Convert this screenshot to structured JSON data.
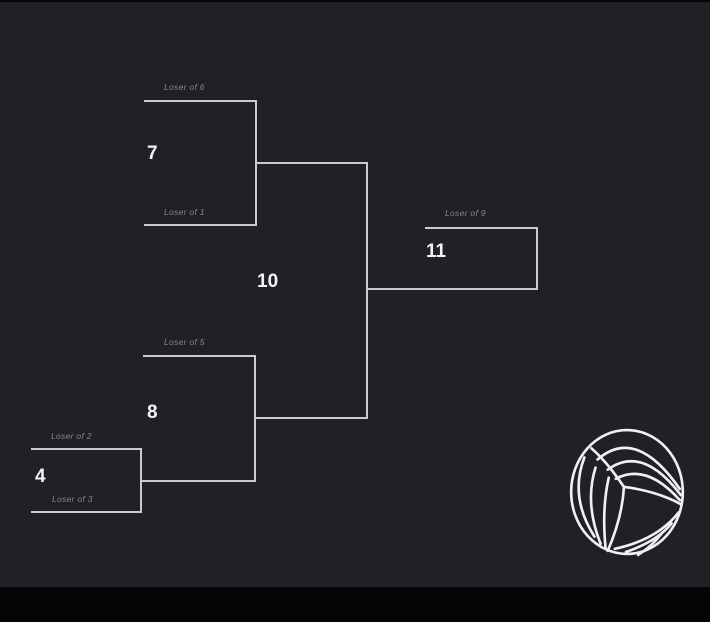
{
  "colors": {
    "background": "#202127",
    "bracket_line": "#c9cbce",
    "seed_label_text": "#85878d",
    "match_number_text": "#f2f3f5",
    "border_bar": "#050506",
    "ball_outline": "#eef0f2"
  },
  "icons": {
    "volleyball": "volleyball-outline-drawing"
  },
  "bracket": {
    "match7": {
      "number": "7",
      "top_label": "Loser of 6",
      "bottom_label": "Loser of 1"
    },
    "match8": {
      "number": "8",
      "top_label": "Loser of 5"
    },
    "match4": {
      "number": "4",
      "top_label": "Loser of 2",
      "bottom_label": "Loser of 3"
    },
    "match10": {
      "number": "10"
    },
    "match11": {
      "number": "11",
      "top_label": "Loser of 9"
    }
  }
}
